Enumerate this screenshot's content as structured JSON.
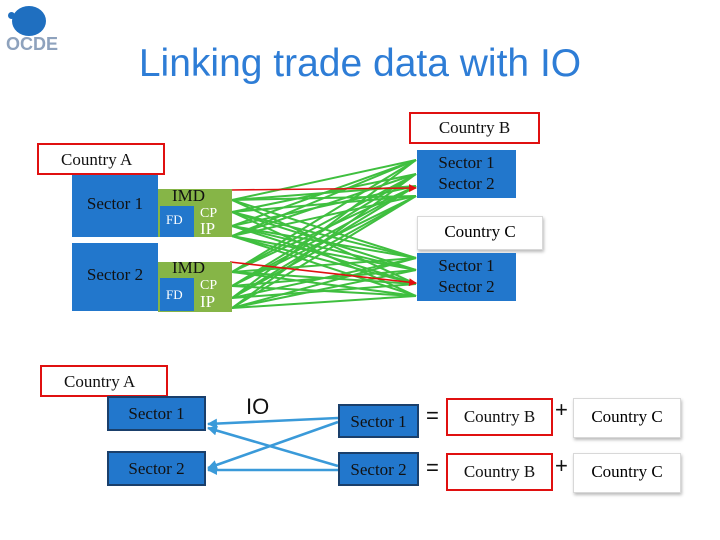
{
  "title": "Linking trade data with IO",
  "logo": "OCDE",
  "top_diagram": {
    "country_a_label": "Country A",
    "country_b_label": "Country B",
    "country_c_label": "Country C",
    "origin_sectors": [
      {
        "name": "Sector 1",
        "imd": "IMD",
        "fd": "FD",
        "cp": "CP",
        "ip": "IP"
      },
      {
        "name": "Sector 2",
        "imd": "IMD",
        "fd": "FD",
        "cp": "CP",
        "ip": "IP"
      }
    ],
    "country_b_sectors": [
      "Sector 1",
      "Sector 2"
    ],
    "country_c_sectors": [
      "Sector 1",
      "Sector 2"
    ]
  },
  "bottom_diagram": {
    "country_a_label": "Country A",
    "left_sectors": [
      "Sector 1",
      "Sector 2"
    ],
    "io_label": "IO",
    "right_sectors": [
      "Sector 1",
      "Sector 2"
    ],
    "equals": "=",
    "plus": "+",
    "rows": [
      {
        "b": "Country B",
        "c": "Country C"
      },
      {
        "b": "Country B",
        "c": "Country C"
      }
    ]
  },
  "colors": {
    "title": "#2e7dd6",
    "sector_blue": "#2277cc",
    "flow_green": "#86b547",
    "border_red": "#e01010",
    "io_arrow_blue": "#3a9ad9"
  }
}
